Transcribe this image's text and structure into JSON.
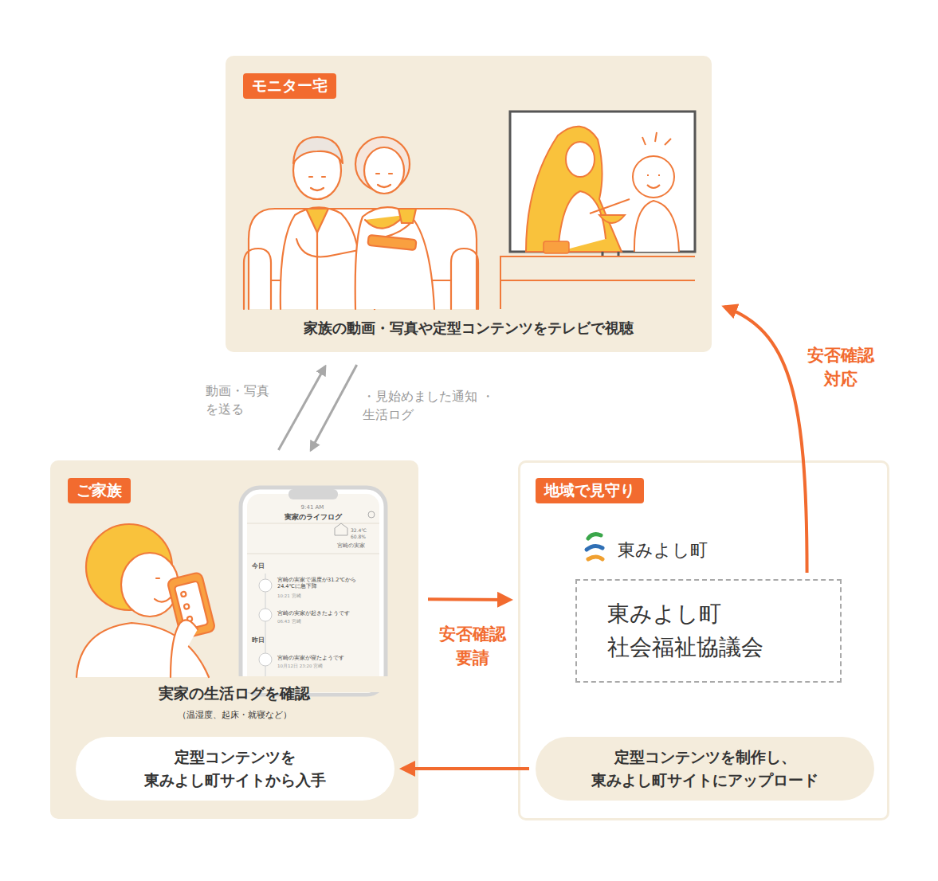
{
  "diagram": {
    "nodes": [
      {
        "text": [
          "モニター宅",
          "家族の動画・写真や定型コンテンツをテレビで視聴"
        ]
      },
      {
        "text": [
          "ご家族",
          "実家の生活ログを確認",
          "（温湿度、起床・就寝など）"
        ]
      },
      {
        "text": [
          "定型コンテンツを 東みよし町サイトから入手"
        ],
        "in": 1
      },
      {
        "text": [
          "地域で見守り",
          "東みよし町"
        ]
      },
      {
        "text": [
          "東みよし町 社会福祉協議会"
        ],
        "in": 3
      },
      {
        "text": [
          "定型コンテンツを制作し、 東みよし町サイトにアップロード"
        ],
        "in": 3
      }
    ],
    "edges": [
      {
        "from": 1,
        "to": 0,
        "label": "動画・写真 を送る",
        "arrow": "to"
      },
      {
        "from": 0,
        "to": 1,
        "label": "・見始めました通知 ・生活ログ",
        "arrow": "to"
      },
      {
        "from": 1,
        "to": 3,
        "label": "安否確認 要請",
        "arrow": "to"
      },
      {
        "from": 4,
        "to": 0,
        "label": "安否確認 対応",
        "arrow": "to"
      },
      {
        "from": 5,
        "to": 2,
        "arrow": "to"
      }
    ],
    "labels": [
      "9:41 AM",
      "実家のライフログ",
      "32.4℃",
      "60.8%",
      "宮崎の実家",
      "今日",
      "宮崎の実家で温度が31.2℃から24.4℃に急下降",
      "10:21 宮崎",
      "宮崎の実家が起きたようです",
      "06:43 宮崎",
      "昨日",
      "宮崎の実家が寝たようです",
      "10月12日 23:20 宮崎"
    ]
  }
}
